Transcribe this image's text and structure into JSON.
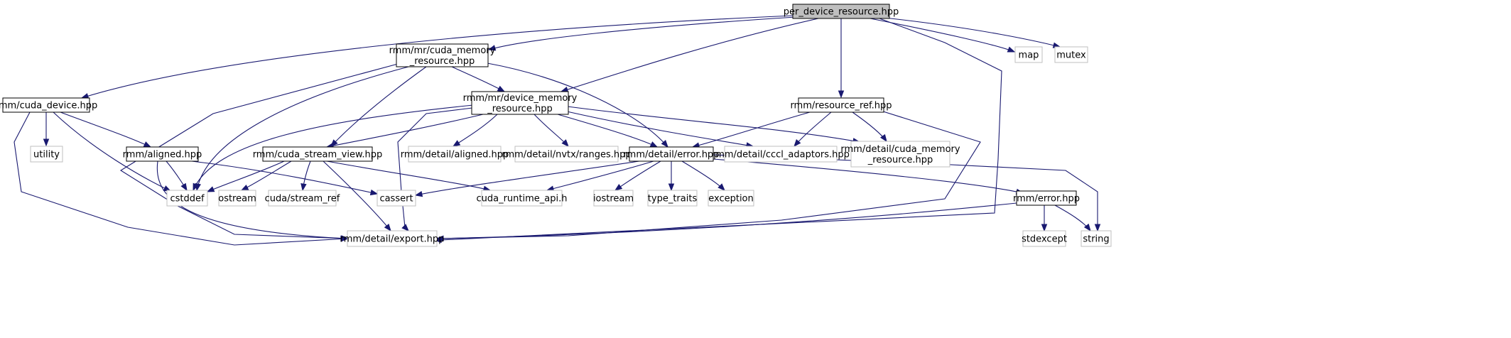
{
  "diagram": {
    "type": "include-dependency-graph",
    "nodes": [
      {
        "id": "per_device_resource",
        "label": [
          "per_device_resource.hpp"
        ],
        "style": "root"
      },
      {
        "id": "cuda_memory_resource",
        "label": [
          "rmm/mr/cuda_memory",
          "_resource.hpp"
        ],
        "style": "file"
      },
      {
        "id": "map",
        "label": [
          "map"
        ],
        "style": "external"
      },
      {
        "id": "mutex",
        "label": [
          "mutex"
        ],
        "style": "external"
      },
      {
        "id": "cuda_device",
        "label": [
          "rmm/cuda_device.hpp"
        ],
        "style": "file"
      },
      {
        "id": "device_memory_resource",
        "label": [
          "rmm/mr/device_memory",
          "_resource.hpp"
        ],
        "style": "file"
      },
      {
        "id": "resource_ref",
        "label": [
          "rmm/resource_ref.hpp"
        ],
        "style": "file"
      },
      {
        "id": "utility",
        "label": [
          "utility"
        ],
        "style": "external"
      },
      {
        "id": "aligned",
        "label": [
          "rmm/aligned.hpp"
        ],
        "style": "file"
      },
      {
        "id": "cuda_stream_view",
        "label": [
          "rmm/cuda_stream_view.hpp"
        ],
        "style": "file"
      },
      {
        "id": "detail_aligned",
        "label": [
          "rmm/detail/aligned.hpp"
        ],
        "style": "external"
      },
      {
        "id": "nvtx_ranges",
        "label": [
          "rmm/detail/nvtx/ranges.hpp"
        ],
        "style": "external"
      },
      {
        "id": "detail_error",
        "label": [
          "rmm/detail/error.hpp"
        ],
        "style": "file"
      },
      {
        "id": "cccl_adaptors",
        "label": [
          "rmm/detail/cccl_adaptors.hpp"
        ],
        "style": "external"
      },
      {
        "id": "detail_cuda_memory_resource",
        "label": [
          "rmm/detail/cuda_memory",
          "_resource.hpp"
        ],
        "style": "external"
      },
      {
        "id": "cstddef",
        "label": [
          "cstddef"
        ],
        "style": "external"
      },
      {
        "id": "ostream",
        "label": [
          "ostream"
        ],
        "style": "external"
      },
      {
        "id": "stream_ref",
        "label": [
          "cuda/stream_ref"
        ],
        "style": "external"
      },
      {
        "id": "cassert",
        "label": [
          "cassert"
        ],
        "style": "external"
      },
      {
        "id": "cuda_runtime_api",
        "label": [
          "cuda_runtime_api.h"
        ],
        "style": "external"
      },
      {
        "id": "iostream",
        "label": [
          "iostream"
        ],
        "style": "external"
      },
      {
        "id": "type_traits",
        "label": [
          "type_traits"
        ],
        "style": "external"
      },
      {
        "id": "exception",
        "label": [
          "exception"
        ],
        "style": "external"
      },
      {
        "id": "rmm_error",
        "label": [
          "rmm/error.hpp"
        ],
        "style": "file"
      },
      {
        "id": "export",
        "label": [
          "rmm/detail/export.hpp"
        ],
        "style": "external"
      },
      {
        "id": "stdexcept",
        "label": [
          "stdexcept"
        ],
        "style": "external"
      },
      {
        "id": "string",
        "label": [
          "string"
        ],
        "style": "external"
      }
    ],
    "edges": [
      [
        "per_device_resource",
        "cuda_memory_resource"
      ],
      [
        "per_device_resource",
        "map"
      ],
      [
        "per_device_resource",
        "mutex"
      ],
      [
        "per_device_resource",
        "cuda_device"
      ],
      [
        "per_device_resource",
        "device_memory_resource"
      ],
      [
        "per_device_resource",
        "resource_ref"
      ],
      [
        "per_device_resource",
        "export"
      ],
      [
        "cuda_memory_resource",
        "device_memory_resource"
      ],
      [
        "cuda_memory_resource",
        "cuda_stream_view"
      ],
      [
        "cuda_memory_resource",
        "detail_error"
      ],
      [
        "cuda_memory_resource",
        "cstddef"
      ],
      [
        "cuda_memory_resource",
        "export"
      ],
      [
        "cuda_device",
        "utility"
      ],
      [
        "cuda_device",
        "aligned"
      ],
      [
        "cuda_device",
        "cstddef"
      ],
      [
        "cuda_device",
        "export"
      ],
      [
        "device_memory_resource",
        "cuda_stream_view"
      ],
      [
        "device_memory_resource",
        "detail_aligned"
      ],
      [
        "device_memory_resource",
        "nvtx_ranges"
      ],
      [
        "device_memory_resource",
        "detail_error"
      ],
      [
        "device_memory_resource",
        "cccl_adaptors"
      ],
      [
        "device_memory_resource",
        "detail_cuda_memory_resource"
      ],
      [
        "device_memory_resource",
        "cstddef"
      ],
      [
        "device_memory_resource",
        "export"
      ],
      [
        "resource_ref",
        "detail_error"
      ],
      [
        "resource_ref",
        "cccl_adaptors"
      ],
      [
        "resource_ref",
        "detail_cuda_memory_resource"
      ],
      [
        "resource_ref",
        "export"
      ],
      [
        "aligned",
        "cstddef"
      ],
      [
        "aligned",
        "cassert"
      ],
      [
        "aligned",
        "export"
      ],
      [
        "cuda_stream_view",
        "cstddef"
      ],
      [
        "cuda_stream_view",
        "ostream"
      ],
      [
        "cuda_stream_view",
        "stream_ref"
      ],
      [
        "cuda_stream_view",
        "cuda_runtime_api"
      ],
      [
        "cuda_stream_view",
        "export"
      ],
      [
        "detail_error",
        "cassert"
      ],
      [
        "detail_error",
        "cuda_runtime_api"
      ],
      [
        "detail_error",
        "iostream"
      ],
      [
        "detail_error",
        "type_traits"
      ],
      [
        "detail_error",
        "exception"
      ],
      [
        "detail_error",
        "rmm_error"
      ],
      [
        "detail_error",
        "string"
      ],
      [
        "rmm_error",
        "export"
      ],
      [
        "rmm_error",
        "stdexcept"
      ],
      [
        "rmm_error",
        "string"
      ]
    ],
    "colors": {
      "edge": "#191970",
      "root_fill": "#bfbfbf",
      "file_border": "#000000",
      "external_border": "#bfbfbf",
      "text": "#000000"
    }
  }
}
